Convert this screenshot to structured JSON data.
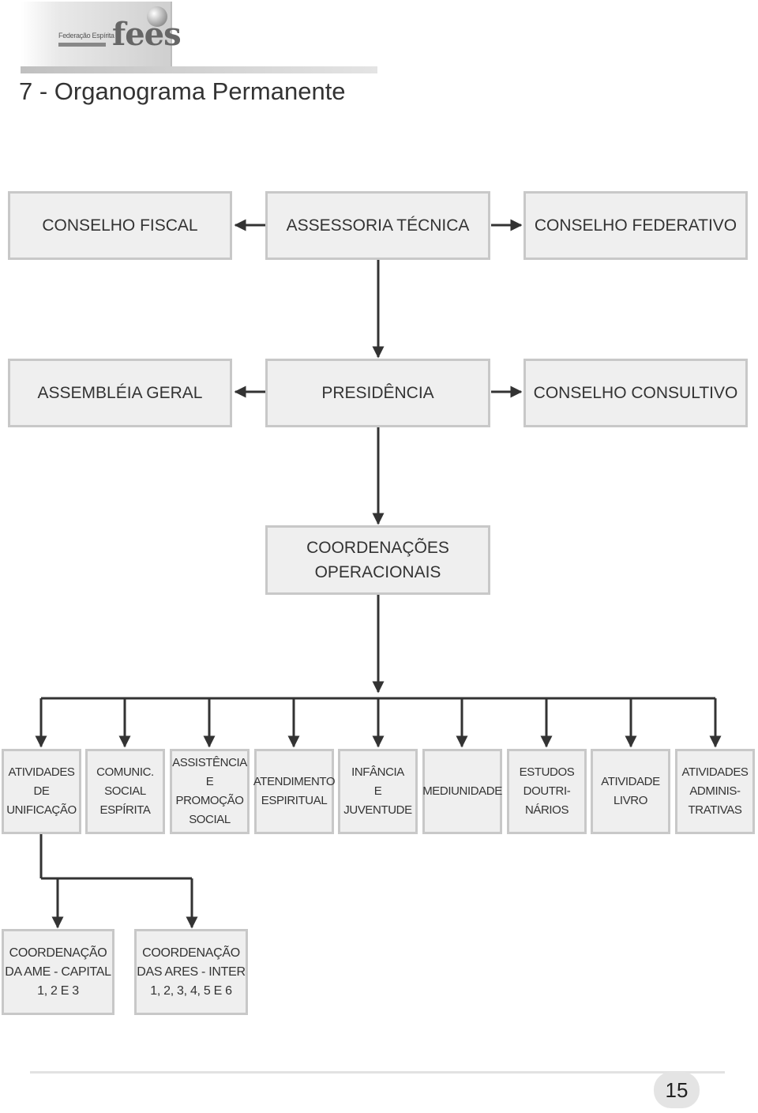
{
  "header": {
    "logo_text": "fees",
    "logo_small_text": "Federação Espírita",
    "title": "7 - Organograma Permanente"
  },
  "colors": {
    "box_fill": "#efefef",
    "box_border": "#c8c8c8",
    "line": "#333333"
  },
  "nodes": {
    "conselho_fiscal": "CONSELHO FISCAL",
    "assessoria_tecnica": "ASSESSORIA TÉCNICA",
    "conselho_federativo": "CONSELHO FEDERATIVO",
    "assembleia_geral": "ASSEMBLÉIA GERAL",
    "presidencia": "PRESIDÊNCIA",
    "conselho_consultivo": "CONSELHO CONSULTIVO",
    "coordenacoes_line1": "COORDENAÇÕES",
    "coordenacoes_line2": "OPERACIONAIS"
  },
  "operational_units": [
    "ATIVIDADES\nDE\nUNIFICAÇÃO",
    "COMUNIC.\nSOCIAL\nESPÍRITA",
    "ASSISTÊNCIA\nE PROMOÇÃO\nSOCIAL",
    "ATENDIMENTO\nESPIRITUAL",
    "INFÂNCIA\nE\nJUVENTUDE",
    "MEDIUNIDADE",
    "ESTUDOS\nDOUTRI-\nNÁRIOS",
    "ATIVIDADE\nLIVRO",
    "ATIVIDADES\nADMINIS-\nTRATIVAS"
  ],
  "sub_coordinations": [
    "COORDENAÇÃO\nDA AME - CAPITAL\n1, 2 E 3",
    "COORDENAÇÃO\nDAS ARES - INTER\n1, 2, 3, 4, 5 E 6"
  ],
  "footer": {
    "page_number": "15"
  }
}
